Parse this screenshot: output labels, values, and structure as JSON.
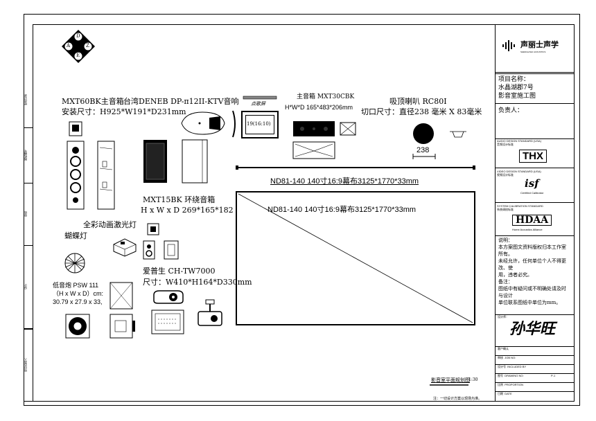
{
  "equipment": {
    "main_speaker_title": "MXT60BK主音箱",
    "main_speaker_size": "安装尺寸：H925*W191*D231mm",
    "ktv_title": "台湾DENEB DP-π12II-KTV音响",
    "screen_label": "点歌屏",
    "screen_ratio": "19(16:10)",
    "center_title": "主音箱 MXT30CBK",
    "center_dims": "H*W*D 165*483*206mm",
    "ceiling_title": "吸顶喇叭 RC80I",
    "ceiling_cut": "切口尺寸：直径238 毫米 X 83毫米",
    "ceiling_dim": "238",
    "surround_title": "MXT15BK 环绕音箱",
    "surround_dims": "H x W x D 269*165*182",
    "laser_title": "全彩动画激光灯",
    "butterfly_title": "蝴蝶灯",
    "projector_title": "爱普生 CH-TW7000",
    "projector_size": "尺寸：W410*H164*D330mm",
    "sub_title": "低音炮  PSW 111",
    "sub_dims_1": "（H x W x D）cm:",
    "sub_dims_2": "30.79 x 27.9 x 33,"
  },
  "screen": {
    "label_top": "ND81-140 140寸16:9幕布3125*1770*33mm",
    "label_inside": "ND81-140 140寸16:9幕布3125*1770*33mm"
  },
  "footer": {
    "plan_title": "影音室平面规划图",
    "scale": "1:30",
    "note": "注：一切设计方案以现场为准。"
  },
  "title_block": {
    "brand": "声丽士声学",
    "brand_sub": "SHENGLISHI ACOUSTICS",
    "project_label": "项目名称：",
    "project_name_1": "水晶湖郡7号",
    "project_name_2": "影音室施工图",
    "owner_label": "负责人：",
    "audio_std": "AUDIO DESIGN STANDARD (USA)",
    "audio_std_cn": "音频设计标准",
    "thx": "THX",
    "video_std": "VIDEO DESIGN STANDARD (USA)",
    "video_std_cn": "视频设计标准",
    "isf": "isf",
    "isf_sub": "Certified Calibrator",
    "calib_std": "SYSTEM CALIBRATION STANDARD",
    "calib_std_cn": "系统调校标准",
    "hdaa": "HDAA",
    "hdaa_sub": "Home Acoustics Alliance",
    "notes_label": "说明：",
    "notes": [
      "本方案图文资料版权归本工作室",
      "所有。",
      "未经允许，任何单位个人不得更",
      "改、使",
      "用，违者必究。",
      "备注：",
      "图纸中有疑问或不明确处请及时",
      "与设计",
      "单位联系图纸中单位为mm。"
    ],
    "designer_label": "设计师：",
    "signature": "孙华旺",
    "rows": [
      {
        "label": "客户确认",
        "value": ""
      },
      {
        "label": "审核",
        "value": "JOB NO:"
      },
      {
        "label": "设计号",
        "value": "INCLUDED BY"
      },
      {
        "label": "图号",
        "value": "DRAWING NO:",
        "extra": "P-1"
      },
      {
        "label": "比例",
        "value": "PROPORTION"
      },
      {
        "label": "日期",
        "value": "DATE"
      }
    ]
  },
  "left_strip": {
    "items": [
      "修改记录",
      "图纸编号",
      "审核",
      "设计",
      "项目负责人"
    ]
  },
  "logo": {
    "letters": [
      "D",
      "A",
      "Z",
      "E"
    ]
  }
}
